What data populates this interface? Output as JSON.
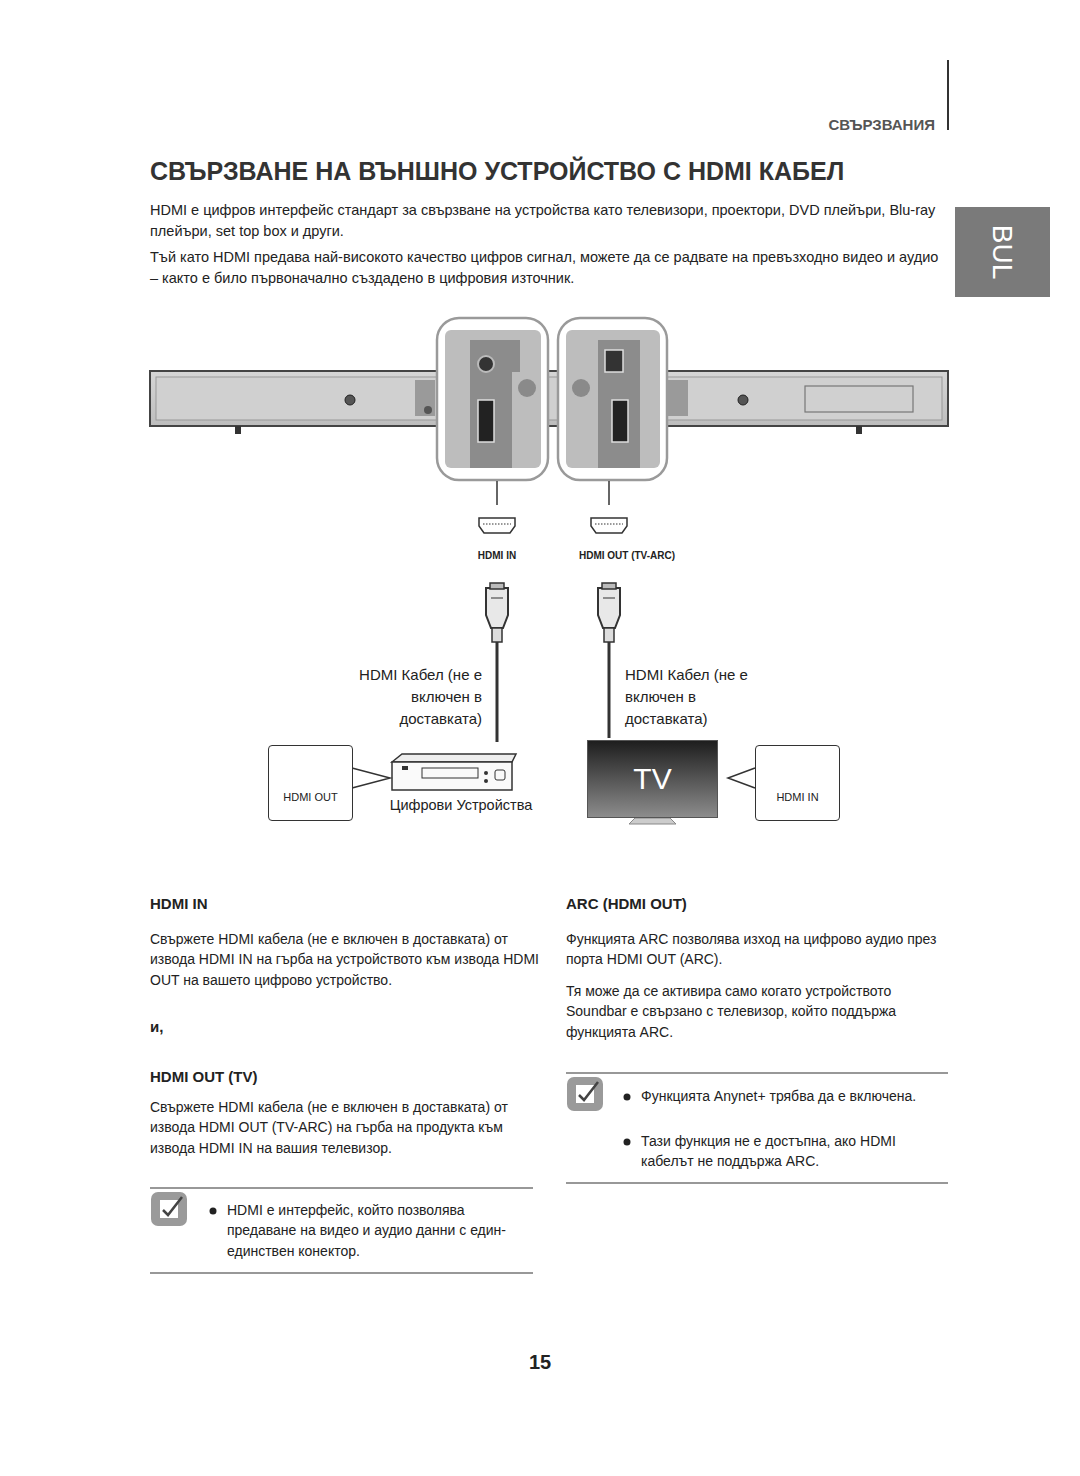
{
  "diagram": {
    "title": "СВЪРЗВАНЕ НА ВЪНШНО УСТРОЙСТВО С HDMI КАБЕЛ",
    "nodes": [
      {
        "text": [
          "BUL"
        ]
      },
      {
        "text": [
          "HDMI OUT"
        ]
      },
      {
        "text": [
          "Цифрови Устройства"
        ]
      },
      {
        "text": [
          "TV"
        ]
      },
      {
        "text": [
          "HDMI IN"
        ]
      }
    ],
    "labels": [
      "СВЪРЗВАНИЯ",
      "HDMI е цифров интерфейс стандарт за свързване на устройства като телевизори, проектори, DVD плейъри, Blu-ray плейъри, set top box и други.",
      "Тъй като HDMI предава най-високото качество цифров сигнал, можете да се радвате на превъзходно видео и аудио – както е било първоначално създадено в цифровия източник.",
      "HDMI IN",
      "HDMI OUT (TV-ARC)",
      "HDMI Кабел (не е включен в доставката)",
      "HDMI Кабел (не е включен в доставката)",
      "HDMI IN",
      "Свържете HDMI кабела (не е включен в доставката) от извода HDMI IN на гърба на устройството към извода HDMI OUT на вашето цифрово устройство.",
      "и,",
      "HDMI OUT (TV)",
      "Свържете HDMI кабела (не е включен в доставката) от извода HDMI OUT (TV-ARC) на гърба на продукта към извода HDMI IN на вашия телевизор.",
      "HDMI е интерфейс, който позволява предаване на видео и аудио данни с един- единствен конектор.",
      "ARC (HDMI OUT)",
      "Функцията ARC позволява изход на цифрово аудио през порта HDMI OUT (ARC).",
      "Тя може да се активира само когато устройството Soundbar е свързано с телевизор, който поддържа функцията ARC.",
      "Функцията Anynet+ трябва да е включена.",
      "Тази функция не е достъпна, ако HDMI кабелът не поддържа ARC.",
      "15"
    ]
  }
}
